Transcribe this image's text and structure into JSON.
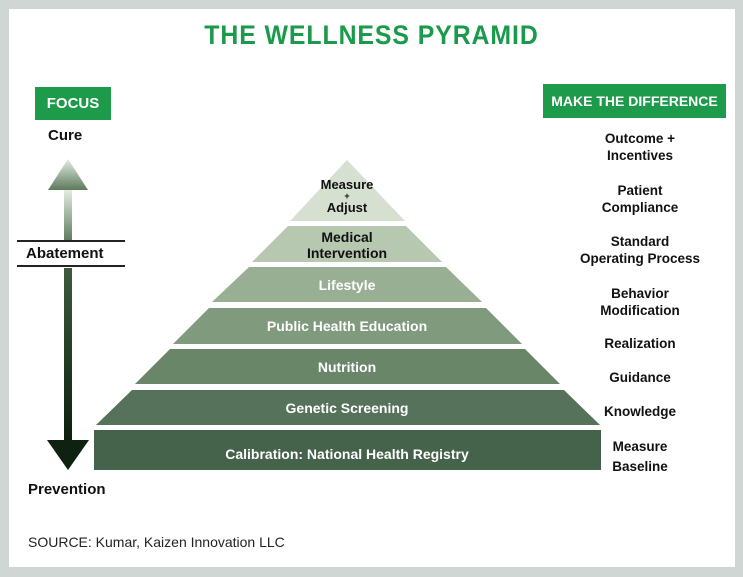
{
  "title": "THE WELLNESS PYRAMID",
  "focus": {
    "label": "FOCUS",
    "top": "Cure",
    "middle": "Abatement",
    "bottom": "Prevention"
  },
  "difference": {
    "label": "MAKE THE DIFFERENCE",
    "items": [
      "Outcome +\nIncentives",
      "Patient\nCompliance",
      "Standard\nOperating Process",
      "Behavior\nModification",
      "Realization",
      "Guidance",
      "Knowledge",
      "Measure\nBaseline"
    ]
  },
  "pyramid": {
    "tiers": [
      {
        "line1": "Measure",
        "plus": "+",
        "line2": "Adjust"
      },
      {
        "label": "Medical\nIntervention"
      },
      {
        "label": "Lifestyle"
      },
      {
        "label": "Public Health Education"
      },
      {
        "label": "Nutrition"
      },
      {
        "label": "Genetic Screening"
      },
      {
        "label": "Calibration: National Health Registry"
      }
    ]
  },
  "source": "SOURCE: Kumar, Kaizen Innovation LLC",
  "colors": {
    "brand_green": "#1e9a4b",
    "tier_light": "#dfe8da",
    "tier_dark": "#3c573d"
  }
}
